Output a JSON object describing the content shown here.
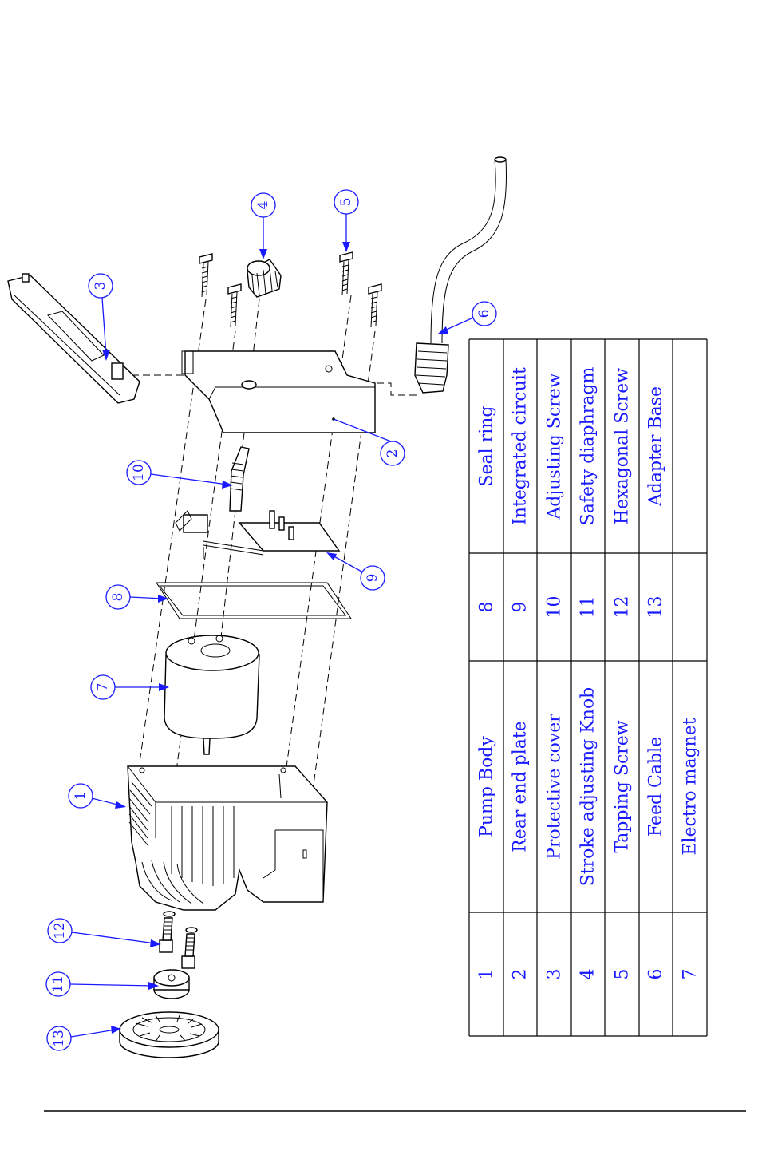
{
  "callouts": {
    "c1": "1",
    "c2": "2",
    "c3": "3",
    "c4": "4",
    "c5": "5",
    "c6": "6",
    "c7": "7",
    "c8": "8",
    "c9": "9",
    "c10": "10",
    "c11": "11",
    "c12": "12",
    "c13": "13"
  },
  "parts_table": {
    "left": [
      {
        "no": "1",
        "name": "Pump Body"
      },
      {
        "no": "2",
        "name": "Rear end plate"
      },
      {
        "no": "3",
        "name": "Protective cover"
      },
      {
        "no": "4",
        "name": "Stroke adjusting Knob"
      },
      {
        "no": "5",
        "name": "Tapping Screw"
      },
      {
        "no": "6",
        "name": "Feed Cable"
      },
      {
        "no": "7",
        "name": "Electro magnet"
      }
    ],
    "right": [
      {
        "no": "8",
        "name": "Seal ring"
      },
      {
        "no": "9",
        "name": "Integrated circuit"
      },
      {
        "no": "10",
        "name": "Adjusting Screw"
      },
      {
        "no": "11",
        "name": "Safety diaphragm"
      },
      {
        "no": "12",
        "name": "Hexagonal Screw"
      },
      {
        "no": "13",
        "name": "Adapter Base"
      },
      {
        "no": "",
        "name": ""
      }
    ]
  },
  "colors": {
    "callout": "#1a1aff",
    "line": "#000000"
  }
}
